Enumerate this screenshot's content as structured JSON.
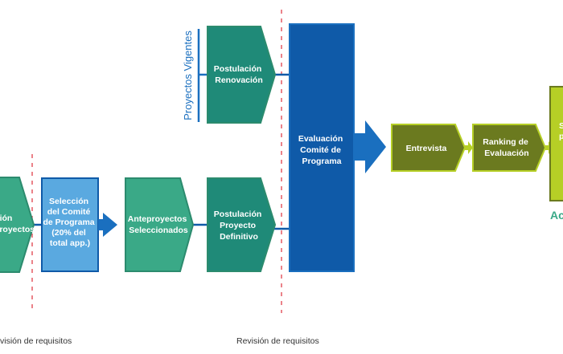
{
  "colors": {
    "teal": "#3aa987",
    "teal_dark": "#1f8a78",
    "teal_border": "#2c8b6e",
    "light_blue": "#5aa9e0",
    "blue_dark": "#0f5aa8",
    "blue_mid": "#1a6fbf",
    "olive": "#6b7a1f",
    "lime": "#b6cf26",
    "red_dash": "#e0404a"
  },
  "steps": {
    "cut_left": [
      "ción",
      "proyectos"
    ],
    "seleccion": [
      "Selección",
      "del Comité",
      "de Programa",
      "(20% del",
      "total app.)"
    ],
    "anteproyectos": [
      "Anteproyectos",
      "Seleccionados"
    ],
    "post_renovacion": [
      "Postulación",
      "Renovación"
    ],
    "post_definitivo": [
      "Postulación",
      "Proyecto",
      "Definitivo"
    ],
    "evaluacion": [
      "Evaluación",
      "Comité de",
      "Programa"
    ],
    "entrevista": [
      "Entrevista"
    ],
    "ranking": [
      "Ranking de",
      "Evaluación"
    ],
    "cut_right": [
      "S",
      "p"
    ]
  },
  "side_label": "Proyectos Vigentes",
  "right_fragment": "Ac",
  "captions": {
    "left": "visión de requisitos",
    "mid": "Revisión de requisitos"
  }
}
